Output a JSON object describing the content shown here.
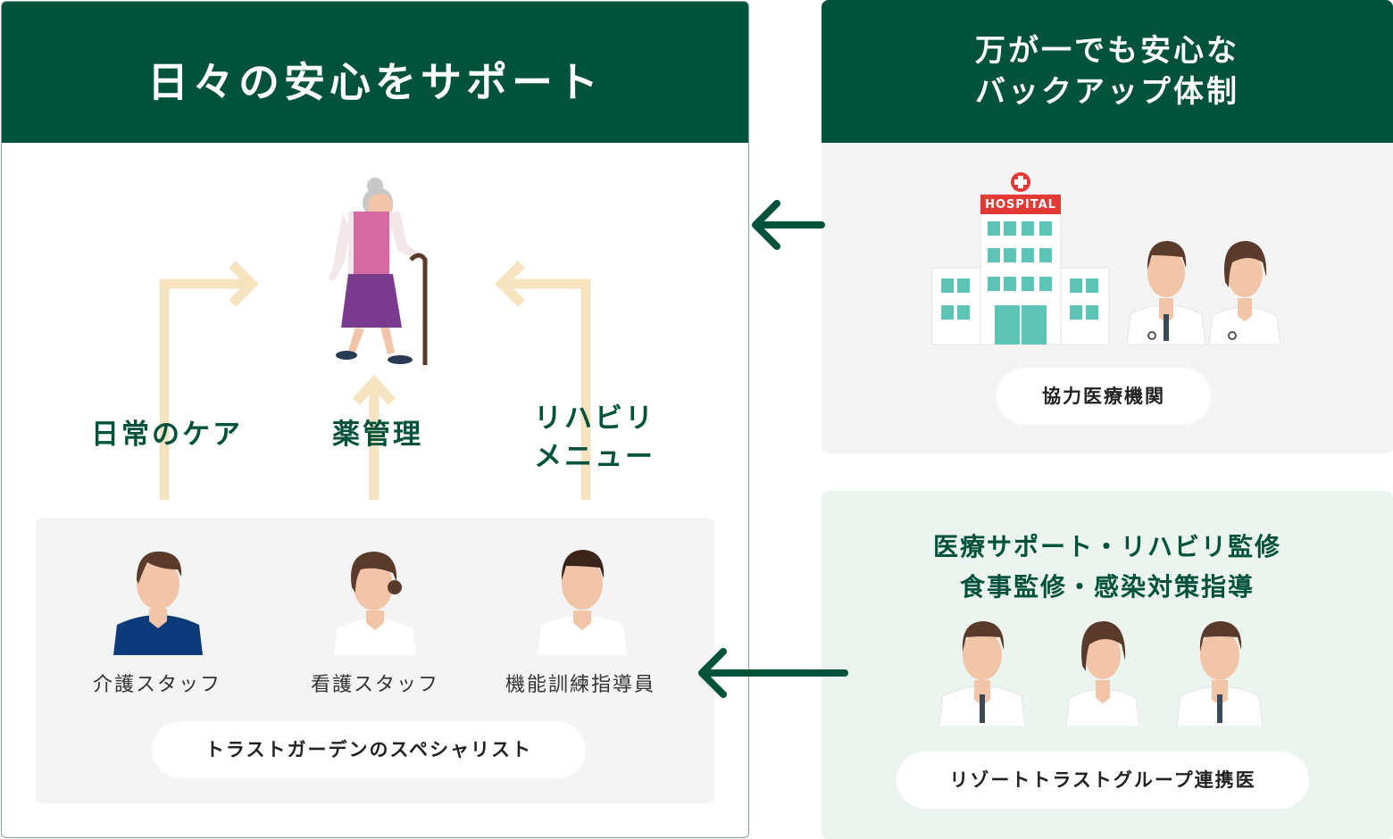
{
  "left_panel": {
    "title": "日々の安心をサポート",
    "care_items": [
      "日常のケア",
      "薬管理",
      "リハビリ",
      "メニュー"
    ],
    "staff": [
      "介護スタッフ",
      "看護スタッフ",
      "機能訓練指導員"
    ],
    "specialist_label": "トラストガーデンのスペシャリスト"
  },
  "right_top": {
    "title_line1": "万が一でも安心な",
    "title_line2": "バックアップ体制",
    "hospital_sign": "HOSPITAL",
    "label": "協力医療機関"
  },
  "right_bottom": {
    "line1": "医療サポート・リハビリ監修",
    "line2": "食事監修・感染対策指導",
    "label": "リゾートトラストグループ連携医"
  },
  "colors": {
    "brand_green": "#00533a",
    "arrow_cream": "#f6e4c0",
    "panel_gray": "#f4f4f4",
    "panel_mint": "#ebf4ee"
  }
}
